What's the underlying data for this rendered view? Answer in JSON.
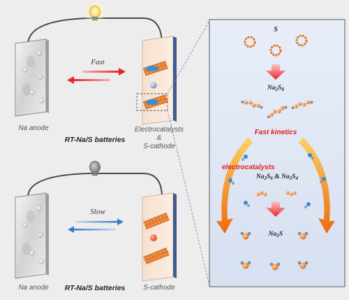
{
  "top_panel": {
    "anode_label": "Na anode",
    "battery_label": "RT-Na/S batteries",
    "speed_label": "Fast",
    "cathode_label_line1": "Electrocatalysts",
    "cathode_label_line2": "&",
    "cathode_label_line3": "S-cathode",
    "bulb_state": "lit"
  },
  "bottom_panel": {
    "anode_label": "Na anode",
    "battery_label": "RT-Na/S batteries",
    "speed_label": "Slow",
    "cathode_label": "S-cathode",
    "bulb_state": "unlit"
  },
  "mechanism_panel": {
    "species_s": "S",
    "species_na2s8_base": "Na",
    "species_na2s8_sub1": "2",
    "species_na2s8_mid": "S",
    "species_na2s8_sub2": "8",
    "fast_kinetics": "Fast kinetics",
    "electrocatalysts": "electrocatalysts",
    "species_mid_p1": "Na",
    "species_mid_s1": "2",
    "species_mid_p2": "S",
    "species_mid_s2": "6",
    "species_mid_amp": " & ",
    "species_mid_p3": "Na",
    "species_mid_s3": "2",
    "species_mid_p4": "S",
    "species_mid_s4": "4",
    "species_na2s_base": "Na",
    "species_na2s_sub": "2",
    "species_na2s_tail": "S"
  },
  "colors": {
    "fast_arrow": "#e8262a",
    "slow_arrow": "#3a78c8",
    "panel_bg": "#dfe7f5",
    "sulfur": "#e27a2a",
    "catalyst": "#2f8fd8",
    "curve_arrow": "#f07a10"
  }
}
